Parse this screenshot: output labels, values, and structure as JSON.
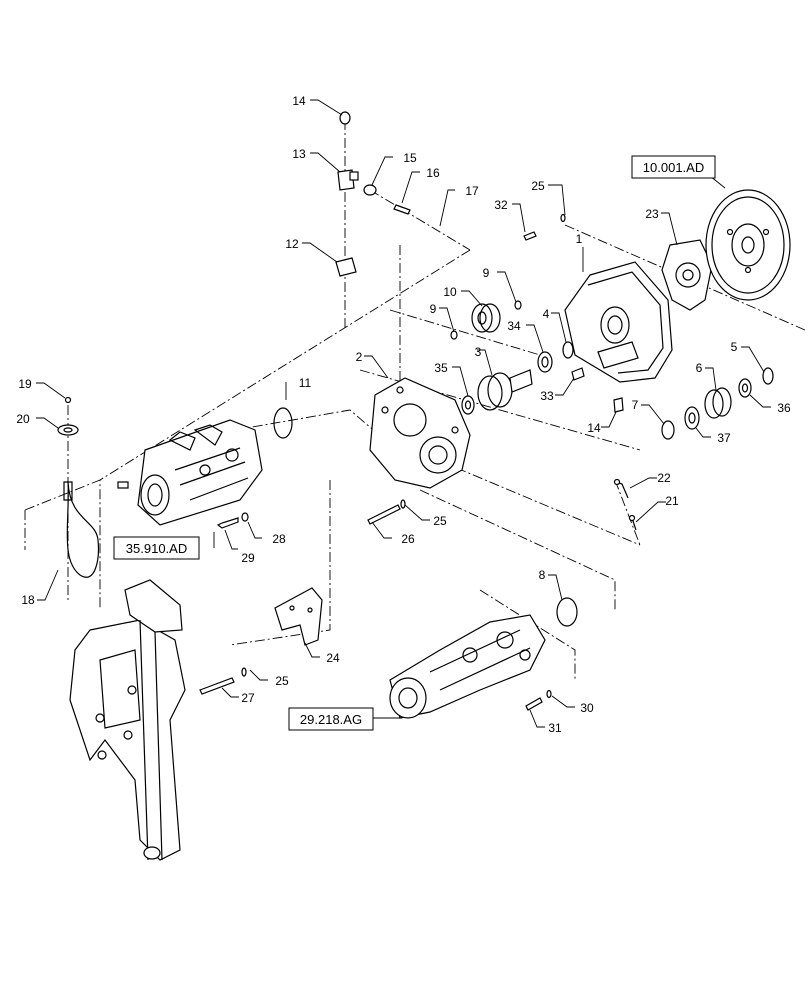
{
  "colors": {
    "line": "#000000",
    "background": "#ffffff"
  },
  "reference_boxes": [
    {
      "id": "ref-flywheel",
      "text": "10.001.AD"
    },
    {
      "id": "ref-pump",
      "text": "35.910.AD"
    },
    {
      "id": "ref-motor",
      "text": "29.218.AG"
    }
  ],
  "callouts": [
    "1",
    "2",
    "3",
    "4",
    "5",
    "6",
    "7",
    "8",
    "9",
    "9",
    "10",
    "11",
    "12",
    "13",
    "14",
    "14",
    "15",
    "16",
    "17",
    "18",
    "19",
    "20",
    "21",
    "22",
    "23",
    "24",
    "25",
    "25",
    "25",
    "26",
    "27",
    "28",
    "29",
    "30",
    "31",
    "32",
    "33",
    "34",
    "35",
    "36",
    "37"
  ]
}
